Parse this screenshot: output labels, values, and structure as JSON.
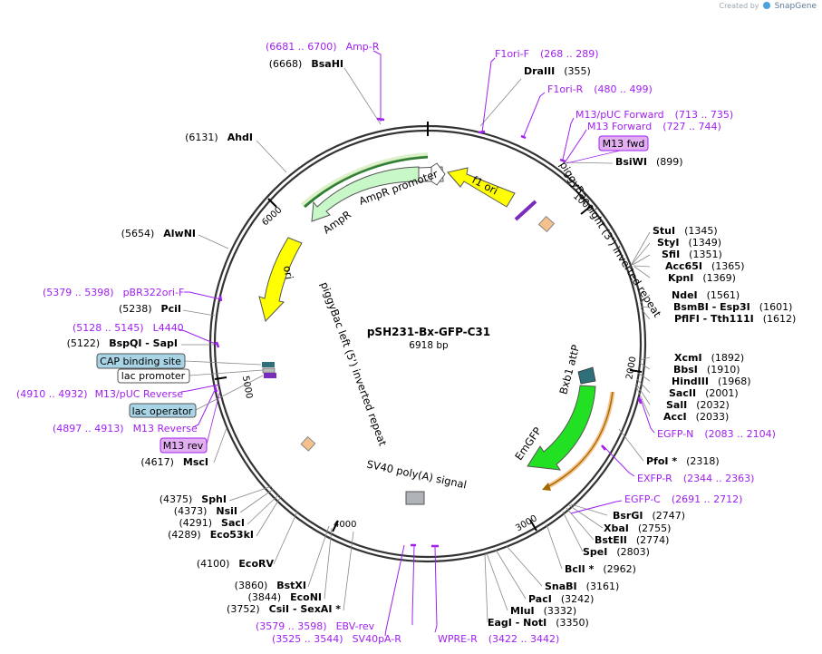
{
  "app": {
    "credit": "Created by",
    "brand": "SnapGene"
  },
  "plasmid": {
    "name": "pSH231-Bx-GFP-C31",
    "size_label": "6918 bp",
    "length": 6918
  },
  "colors": {
    "primer": "#a020f0",
    "line": "#888888",
    "backbone": "#333333",
    "f1_ori": "#ffff00",
    "ori": "#ffff00",
    "ampr": "#c8f7c8",
    "amp_promoter": "#ffffff",
    "emgfp": "#22e022",
    "attp": "#2f6f7a",
    "repeat": "#f5c08a",
    "polyA": "#b0b4b8",
    "cap": "#a8d4e6",
    "lac_op": "#a8d4e6",
    "m13_box": "#e2b0f0"
  },
  "ticks": [
    "1000",
    "2000",
    "3000",
    "4000",
    "5000",
    "6000"
  ],
  "features": {
    "f1_ori": "f1 ori",
    "piggybac_right": "piggyBac right (3') inverted repeat",
    "ampr_promoter": "AmpR promoter",
    "ampr": "AmpR",
    "ori": "ori",
    "piggybac_left": "piggyBac left (5') inverted repeat",
    "bxb1": "Bxb1 attP",
    "emgfp": "EmGFP",
    "sv40": "SV40 poly(A) signal"
  },
  "right_sites": [
    {
      "name": "DraIII",
      "pos": "(355)"
    },
    {
      "name": "BsiWI",
      "pos": "(899)"
    },
    {
      "name": "StuI",
      "pos": "(1345)"
    },
    {
      "name": "StyI",
      "pos": "(1349)"
    },
    {
      "name": "SfiI",
      "pos": "(1351)"
    },
    {
      "name": "Acc65I",
      "pos": "(1365)"
    },
    {
      "name": "KpnI",
      "pos": "(1369)"
    },
    {
      "name": "NdeI",
      "pos": "(1561)"
    },
    {
      "name": "BsmBI - Esp3I",
      "pos": "(1601)"
    },
    {
      "name": "PflFI - Tth111I",
      "pos": "(1612)"
    },
    {
      "name": "XcmI",
      "pos": "(1892)"
    },
    {
      "name": "BbsI",
      "pos": "(1910)"
    },
    {
      "name": "HindIII",
      "pos": "(1968)"
    },
    {
      "name": "SacII",
      "pos": "(2001)"
    },
    {
      "name": "SalI",
      "pos": "(2032)"
    },
    {
      "name": "AccI",
      "pos": "(2033)"
    },
    {
      "name": "PfoI *",
      "pos": "(2318)"
    },
    {
      "name": "BsrGI",
      "pos": "(2747)"
    },
    {
      "name": "XbaI",
      "pos": "(2755)"
    },
    {
      "name": "BstEII",
      "pos": "(2774)"
    },
    {
      "name": "SpeI",
      "pos": "(2803)"
    },
    {
      "name": "BclI *",
      "pos": "(2962)"
    },
    {
      "name": "SnaBI",
      "pos": "(3161)"
    },
    {
      "name": "PacI",
      "pos": "(3242)"
    },
    {
      "name": "MluI",
      "pos": "(3332)"
    },
    {
      "name": "EagI - NotI",
      "pos": "(3350)"
    }
  ],
  "left_sites": [
    {
      "name": "BsaHI",
      "pos": "(6668)"
    },
    {
      "name": "AhdI",
      "pos": "(6131)"
    },
    {
      "name": "AlwNI",
      "pos": "(5654)"
    },
    {
      "name": "PciI",
      "pos": "(5238)"
    },
    {
      "name": "BspQI - SapI",
      "pos": "(5122)"
    },
    {
      "name": "MscI",
      "pos": "(4617)"
    },
    {
      "name": "SphI",
      "pos": "(4375)"
    },
    {
      "name": "NsiI",
      "pos": "(4373)"
    },
    {
      "name": "SacI",
      "pos": "(4291)"
    },
    {
      "name": "Eco53kI",
      "pos": "(4289)"
    },
    {
      "name": "EcoRV",
      "pos": "(4100)"
    },
    {
      "name": "BstXI",
      "pos": "(3860)"
    },
    {
      "name": "EcoNI",
      "pos": "(3844)"
    },
    {
      "name": "CsiI - SexAI *",
      "pos": "(3752)"
    }
  ],
  "primers": [
    {
      "range": "(6681 .. 6700)",
      "name": "Amp-R"
    },
    {
      "range": "(268 .. 289)",
      "name": "F1ori-F"
    },
    {
      "range": "(480 .. 499)",
      "name": "F1ori-R"
    },
    {
      "range": "(713 .. 735)",
      "name": "M13/pUC Forward"
    },
    {
      "range": "(727 .. 744)",
      "name": "M13 Forward"
    },
    {
      "range": "(2083 .. 2104)",
      "name": "EGFP-N"
    },
    {
      "range": "(2344 .. 2363)",
      "name": "EXFP-R"
    },
    {
      "range": "(2691 .. 2712)",
      "name": "EGFP-C"
    },
    {
      "range": "(3422 .. 3442)",
      "name": "WPRE-R"
    },
    {
      "range": "(3525 .. 3544)",
      "name": "SV40pA-R"
    },
    {
      "range": "(3579 .. 3598)",
      "name": "EBV-rev"
    },
    {
      "range": "(4897 .. 4913)",
      "name": "M13 Reverse"
    },
    {
      "range": "(4910 .. 4932)",
      "name": "M13/pUC Reverse"
    },
    {
      "range": "(5128 .. 5145)",
      "name": "L4440"
    },
    {
      "range": "(5379 .. 5398)",
      "name": "pBR322ori-F"
    }
  ],
  "boxes": {
    "m13_fwd": "M13 fwd",
    "cap": "CAP binding site",
    "lac_promoter": "lac promoter",
    "lac_operator": "lac operator",
    "m13_rev": "M13 rev"
  }
}
